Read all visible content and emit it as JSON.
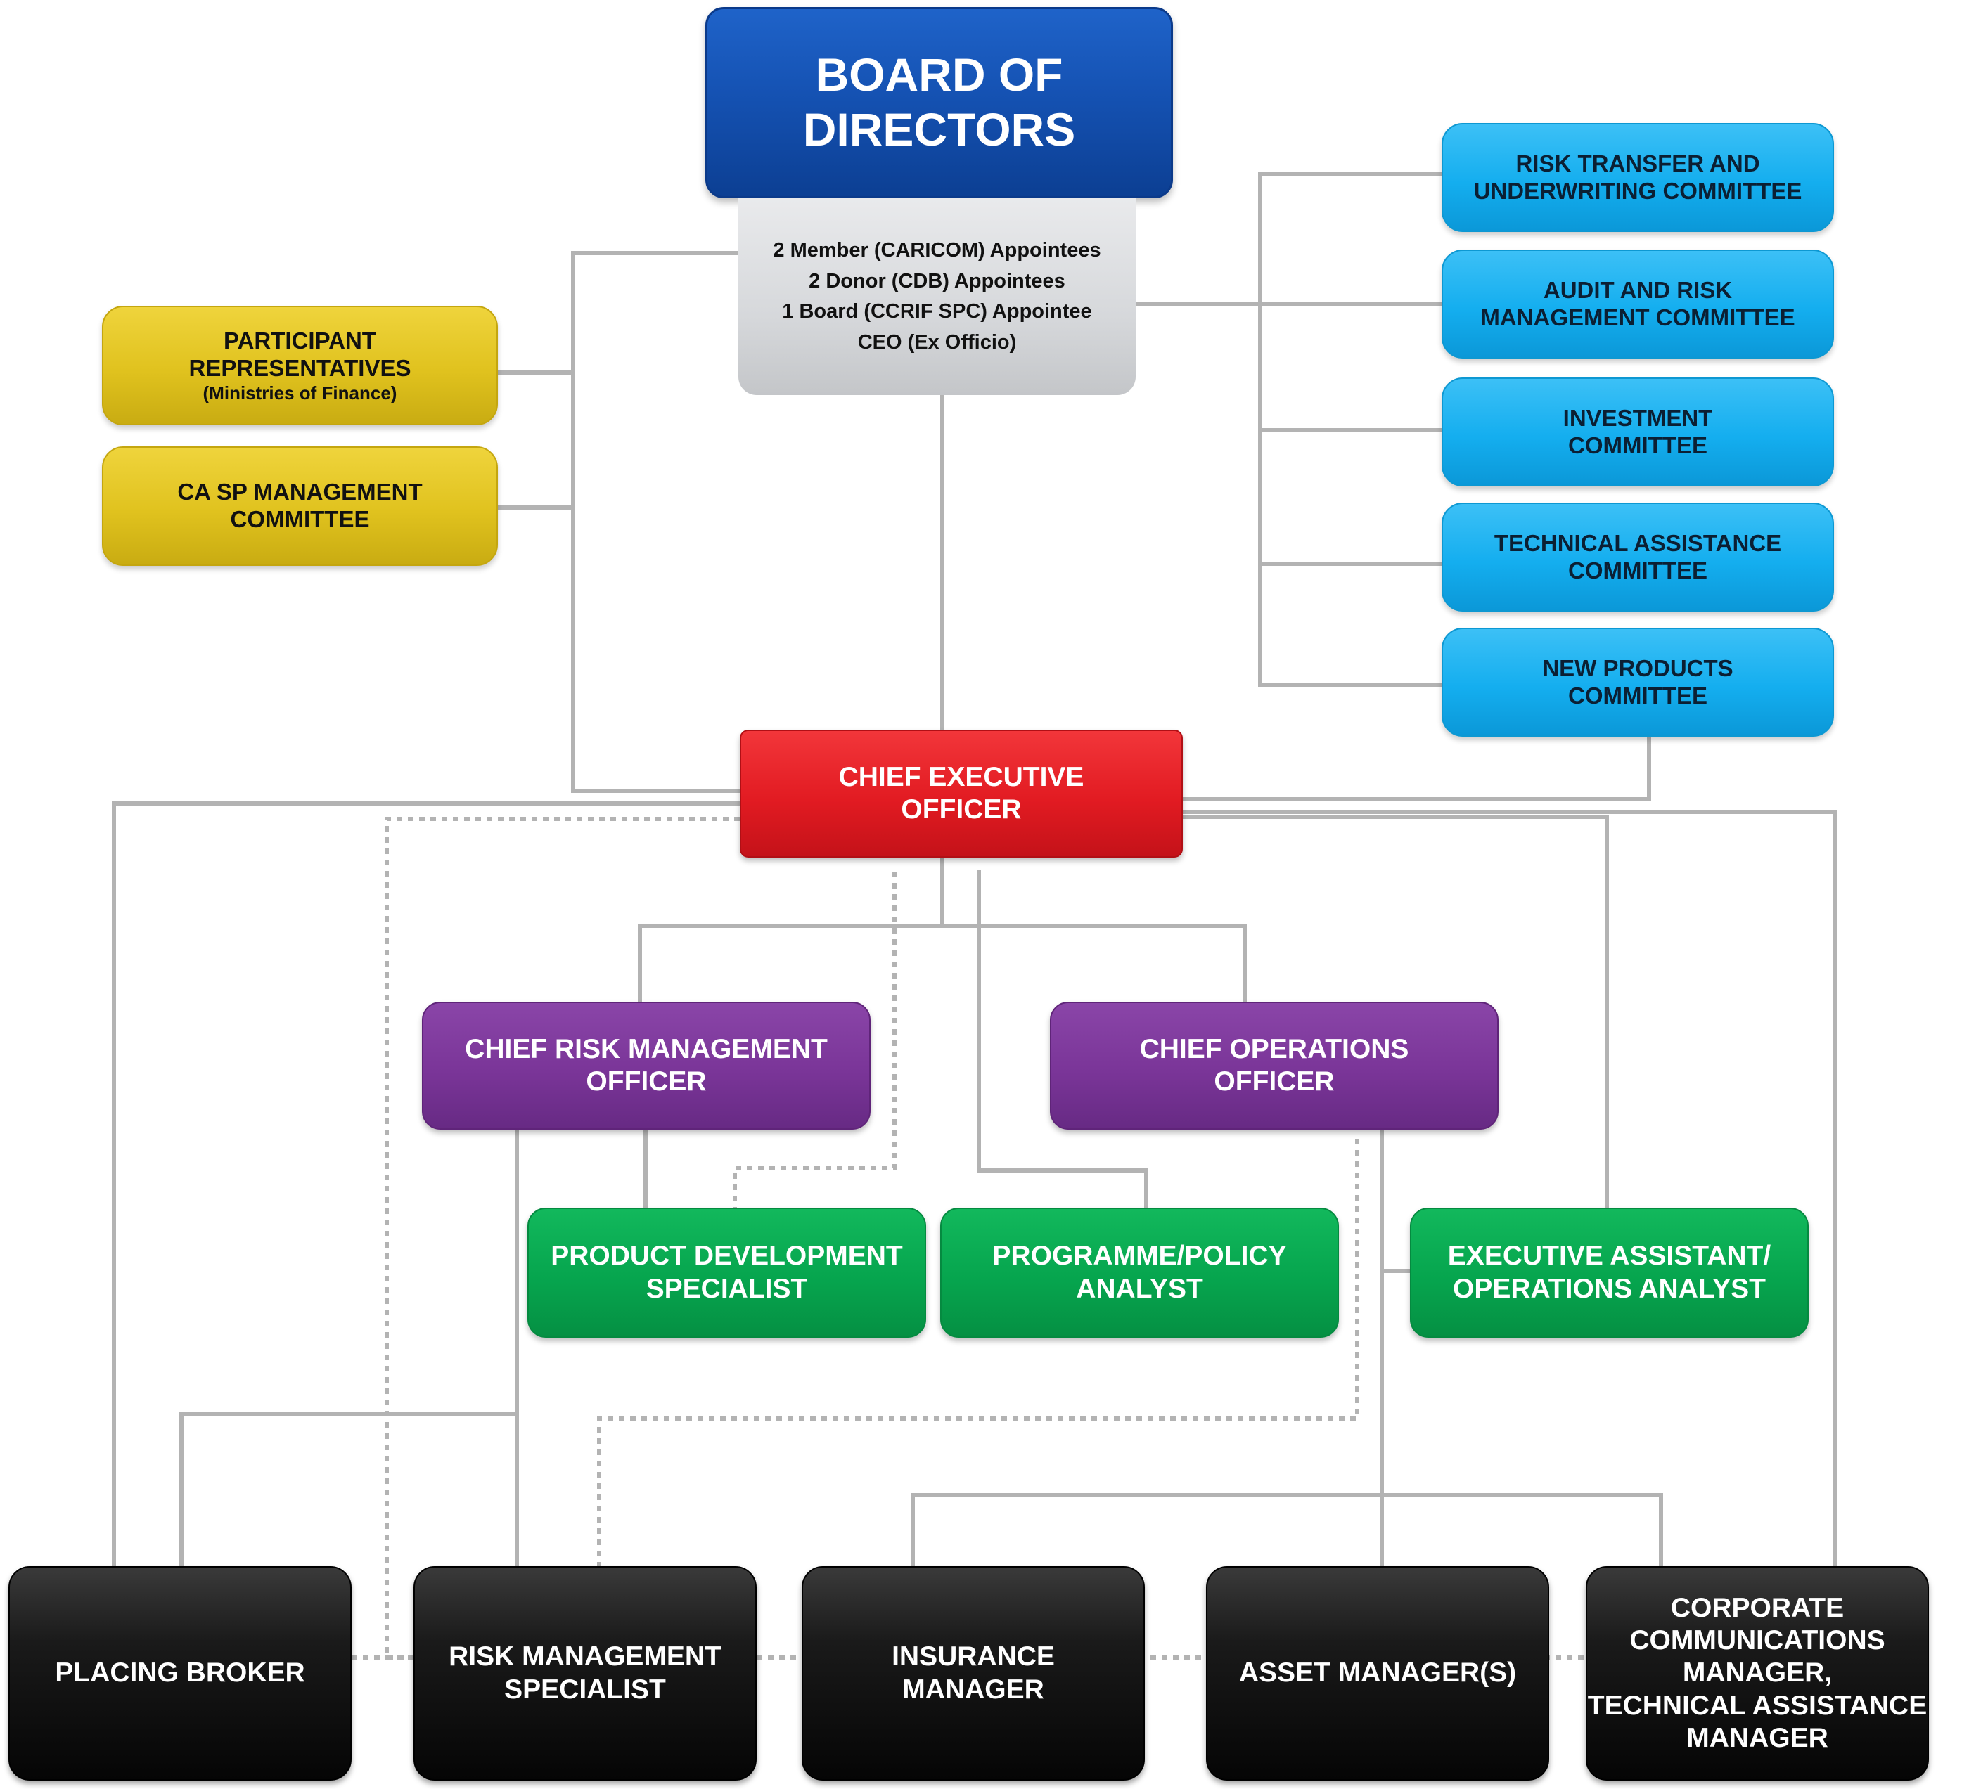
{
  "board": {
    "title_line1": "BOARD OF",
    "title_line2": "DIRECTORS",
    "members": [
      "2 Member (CARICOM) Appointees",
      "2 Donor (CDB) Appointees",
      "1 Board (CCRIF SPC) Appointee",
      "CEO (Ex Officio)"
    ]
  },
  "left_committees": {
    "participant": {
      "line1": "PARTICIPANT",
      "line2": "REPRESENTATIVES",
      "note": "(Ministries of Finance)"
    },
    "casp": {
      "line1": "CA SP MANAGEMENT",
      "line2": "COMMITTEE"
    }
  },
  "right_committees": [
    {
      "line1": "RISK TRANSFER AND",
      "line2": "UNDERWRITING COMMITTEE"
    },
    {
      "line1": "AUDIT AND RISK",
      "line2": "MANAGEMENT COMMITTEE"
    },
    {
      "line1": "INVESTMENT",
      "line2": "COMMITTEE"
    },
    {
      "line1": "TECHNICAL ASSISTANCE",
      "line2": "COMMITTEE"
    },
    {
      "line1": "NEW PRODUCTS",
      "line2": "COMMITTEE"
    }
  ],
  "ceo": {
    "line1": "CHIEF EXECUTIVE",
    "line2": "OFFICER"
  },
  "officers": {
    "crmo": {
      "line1": "CHIEF RISK MANAGEMENT",
      "line2": "OFFICER"
    },
    "coo": {
      "line1": "CHIEF OPERATIONS",
      "line2": "OFFICER"
    }
  },
  "staff": {
    "pds": {
      "line1": "PRODUCT DEVELOPMENT",
      "line2": "SPECIALIST"
    },
    "ppa": {
      "line1": "PROGRAMME/POLICY",
      "line2": "ANALYST"
    },
    "eaoa": {
      "line1": "EXECUTIVE ASSISTANT/",
      "line2": "OPERATIONS ANALYST"
    }
  },
  "service_providers": {
    "placing": {
      "lines": [
        "PLACING BROKER"
      ]
    },
    "rms": {
      "lines": [
        "RISK MANAGEMENT",
        "SPECIALIST"
      ]
    },
    "insurance": {
      "lines": [
        "INSURANCE",
        "MANAGER"
      ]
    },
    "asset": {
      "lines": [
        "ASSET MANAGER(S)"
      ]
    },
    "corporate": {
      "lines": [
        "CORPORATE",
        "COMMUNICATIONS",
        "MANAGER,",
        "TECHNICAL ASSISTANCE",
        "MANAGER"
      ]
    }
  },
  "colors": {
    "connector": "#b3b3b3",
    "board_blue": "#1552b3",
    "committee_yellow": "#e0c21e",
    "committee_cyan": "#14aeef",
    "ceo_red": "#e21b22",
    "officer_purple": "#7a3598",
    "staff_green": "#06a54e",
    "provider_black": "#0d0d0d"
  }
}
